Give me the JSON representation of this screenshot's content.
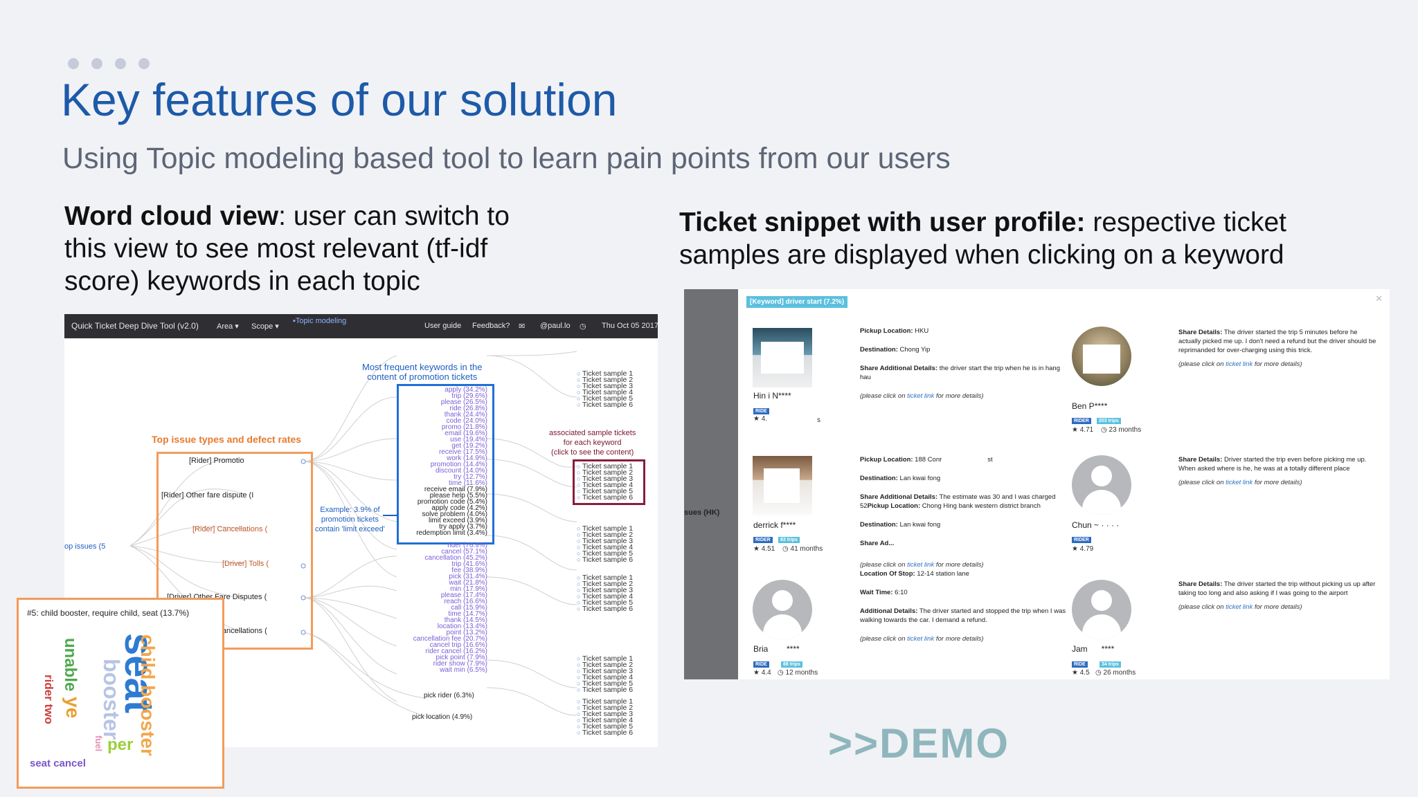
{
  "slide": {
    "title": "Key features of our solution",
    "subtitle": "Using Topic modeling based tool to learn pain points from our users",
    "left_heading_bold": "Word cloud view",
    "left_heading_rest": ": user can switch to this view to see most relevant (tf-idf score) keywords in each topic",
    "right_heading_bold": "Ticket snippet with user profile:",
    "right_heading_rest": " respective ticket samples are displayed when clicking on a keyword",
    "demo": ">>DEMO"
  },
  "tool": {
    "nav": {
      "title": "Quick Ticket Deep Dive Tool (v2.0)",
      "area": "Area ▾",
      "scope": "Scope ▾",
      "topic_modeling": "Topic modeling",
      "user_guide": "User guide",
      "feedback": "Feedback?",
      "user": "@paul.lo",
      "date": "Thu Oct 05 2017"
    },
    "annotations": {
      "top_issues": "Top issue types and defect rates",
      "most_frequent": "Most frequent keywords in the\ncontent of promotion tickets",
      "associated": "associated sample tickets\nfor each keyword\n(click to see the content)",
      "example": "Example: 3.9% of\npromotion tickets\ncontain 'limit exceed'"
    },
    "root": "op issues (5",
    "issues": [
      "[Rider] Promotio",
      "[Rider] Other fare dispute (I",
      "[Rider] Cancellations (",
      "[Driver] Tolls (",
      "[Driver] Other Fare Disputes (",
      "Cancellations ("
    ],
    "keywords_a": [
      "apply (34.2%)",
      "trip (29.6%)",
      "please (26.5%)",
      "ride (26.8%)",
      "thank (24.4%)",
      "code (24.0%)",
      "promo (21.8%)",
      "email (19.6%)",
      "use (19.4%)",
      "get (19.2%)",
      "receive (17.5%)",
      "work (14.9%)",
      "promotion (14.4%)",
      "discount (14.0%)",
      "try (12.7%)",
      "time (11.6%)",
      "receive email (7.9%)",
      "please help (5.5%)",
      "promotion code (5.4%)",
      "apply code (4.2%)",
      "solve problem (4.0%)",
      "limit exceed (3.9%)",
      "try apply (3.7%)",
      "redemption limit (3.4%)"
    ],
    "keywords_b": [
      "rider (76.9%)",
      "cancel (57.1%)",
      "cancellation (45.2%)",
      "trip (41.6%)",
      "fee (38.9%)",
      "pick (31.4%)",
      "wait (21.8%)",
      "min (17.9%)",
      "please (17.4%)",
      "reach (16.6%)",
      "call (15.9%)",
      "time (14.7%)",
      "thank (14.5%)",
      "location (13.4%)",
      "point (13.2%)",
      "cancellation fee (20.7%)",
      "cancel trip (16.6%)",
      "rider cancel (16.2%)",
      "pick point (7.9%)",
      "rider show (7.9%)",
      "wait min (6.5%)"
    ],
    "keywords_c": [
      "pick rider (6.3%)",
      "pick location (4.9%)"
    ],
    "ticket_samples": [
      "Ticket sample 1",
      "Ticket sample 2",
      "Ticket sample 3",
      "Ticket sample 4",
      "Ticket sample 5",
      "Ticket sample 6"
    ],
    "wordcloud": {
      "title": "#5: child booster, require child, seat (13.7%)",
      "words": [
        "seat",
        "child booster",
        "booster",
        "unable",
        "ye",
        "rider two",
        "seat cancel",
        "per",
        "fuel"
      ]
    }
  },
  "ticket_view": {
    "keyword_tag": "[Keyword] driver start (7.2%)",
    "side_label": "sues (HK)",
    "users": [
      {
        "name": "Hin      i N****",
        "rating": "★ 4.",
        "months": "s"
      },
      {
        "name": "Ben P****",
        "rating": "★ 4.71",
        "trips": "203 trips",
        "months": "23 months"
      },
      {
        "name": "derrick f****",
        "rating": "★ 4.51",
        "trips": "83 trips",
        "months": "41 months"
      },
      {
        "name": "Chun ~ · · · ·",
        "rating": "★ 4.79"
      },
      {
        "name": "Bria        ****",
        "rating": "★ 4.4",
        "trips": "88 trips",
        "months": "12 months"
      },
      {
        "name": "Jam      ****",
        "rating": "★ 4.5",
        "trips": "34 trips",
        "months": "26 months"
      }
    ],
    "badges": {
      "rider": "RIDER",
      "ride": "RIDE"
    },
    "t1": {
      "pickup": "Pickup Location:",
      "pickup_v": " HKU",
      "dest": "Destination:",
      "dest_v": " Chong Yip",
      "share": "Share Additional Details:",
      "share_v": " the driver start the trip when he is in hang hau",
      "more": "(please click on ",
      "link": "ticket link",
      "more2": " for more details)"
    },
    "s1": {
      "label": "Share Details:",
      "text": " The driver started the trip 5 minutes before he actually picked me up. I don't need a refund but the driver should be reprimanded for over-charging using this trick."
    },
    "t2": {
      "pickup": "Pickup Location:",
      "pickup_v": " 188 Conr                         st",
      "dest": "Destination:",
      "dest_v": " Lan kwai fong",
      "share": "Share Additional Details:",
      "share_v": " The estimate was 30 and I was charged 52",
      "pickup2": "Pickup Location:",
      "pickup2_v": " Chong Hing bank western district branch",
      "dest2": "Destination:",
      "dest2_v": " Lan kwai fong",
      "share2": "Share Ad..."
    },
    "s2": {
      "label": "Share Details:",
      "text": " Driver started the trip even before picking me up. When asked where is he, he was at a totally different place"
    },
    "t3": {
      "loc": "Location Of Stop:",
      "loc_v": " 12-14 station lane",
      "wait": "Wait Time:",
      "wait_v": " 6:10",
      "add": "Additional Details:",
      "add_v": " The driver started and stopped the trip when I was walking towards the car. I demand a refund."
    },
    "s3": {
      "label": "Share Details:",
      "text": " The driver started the trip without picking us up after taking too long and also asking if I was going to the airport"
    }
  }
}
